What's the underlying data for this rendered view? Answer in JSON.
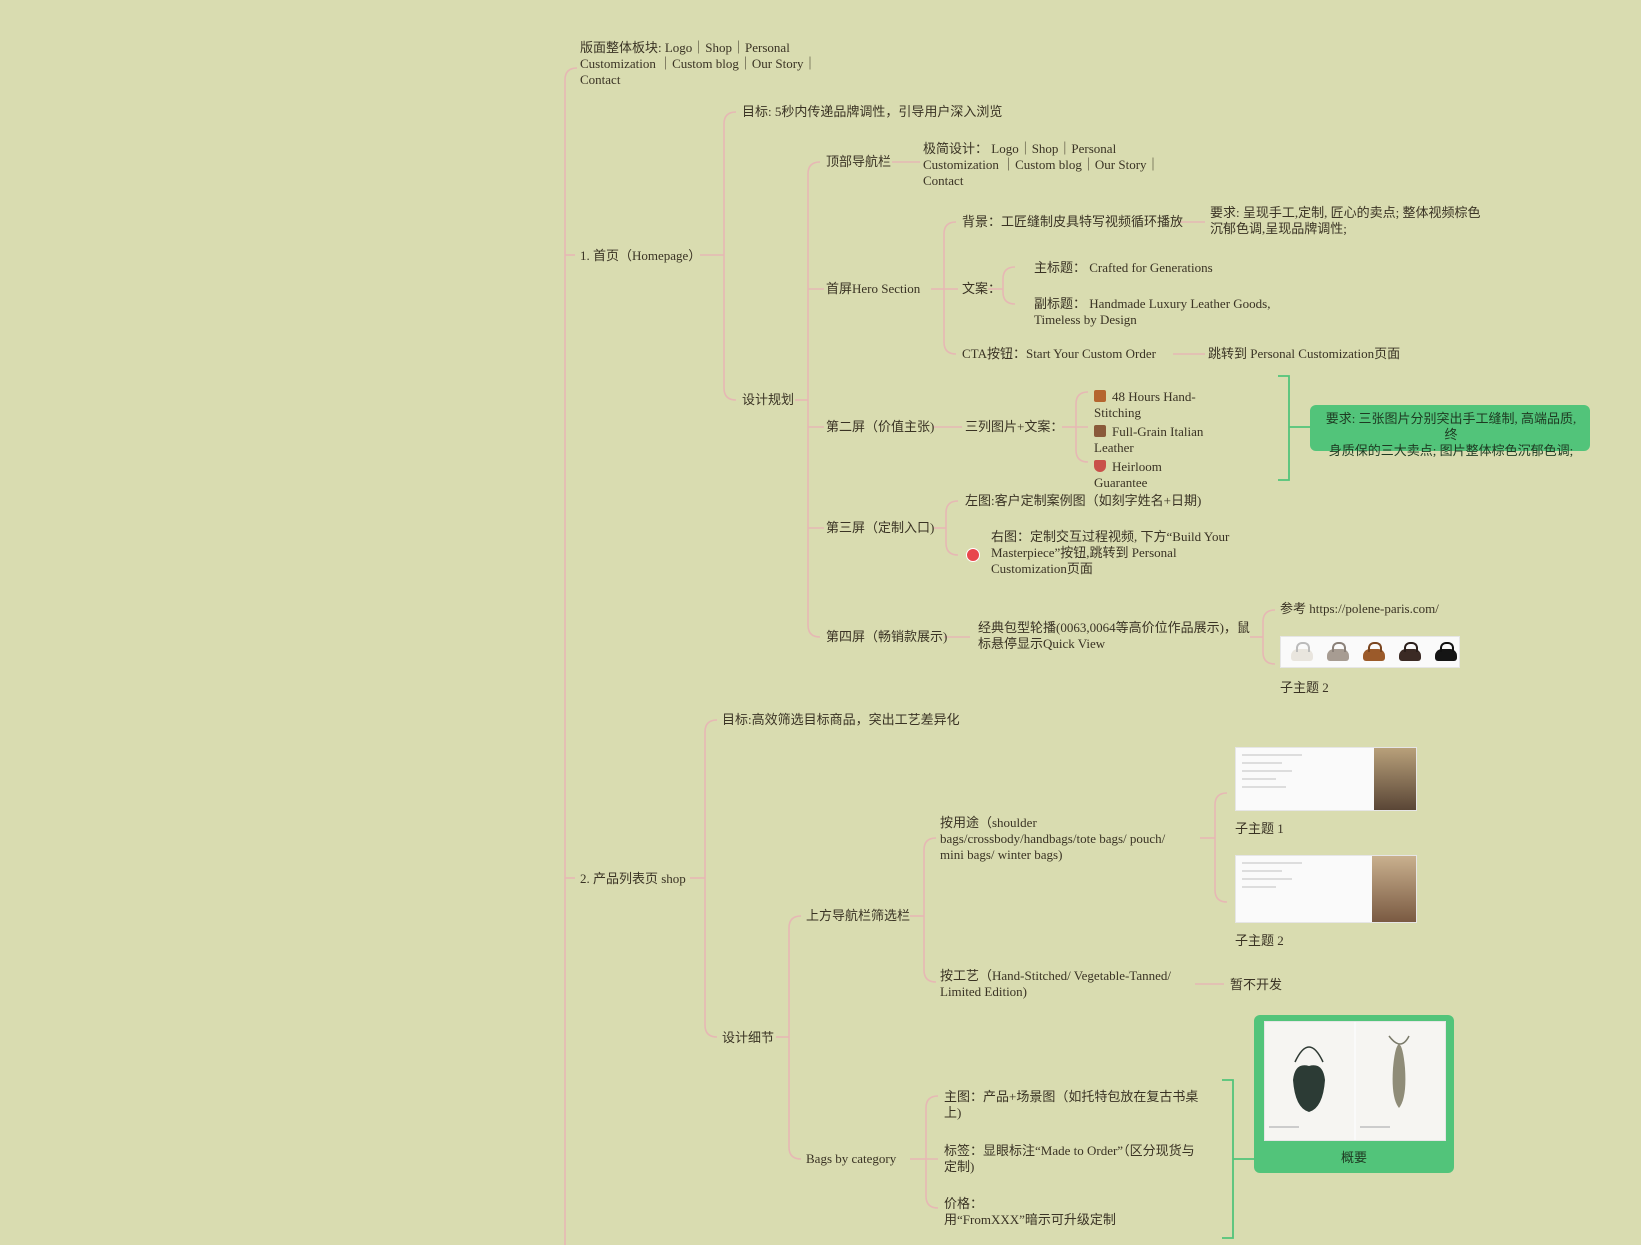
{
  "colors": {
    "background": "#d9dcb0",
    "branch": "#e6b8b4",
    "summary_bracket": "#52c47a",
    "summary_box": "#52c47a",
    "text": "#3a3324",
    "marker": "#e8474c"
  },
  "root": {
    "label": "版面整体板块: Logo｜Shop｜Personal\nCustomization ｜Custom blog｜Our Story｜\nContact"
  },
  "homepage": {
    "label": "1. 首页（Homepage）",
    "goal": "目标: 5秒内传递品牌调性，引导用户深入浏览",
    "plan": "设计规划",
    "nav": {
      "label": "顶部导航栏",
      "detail": "极简设计： Logo｜Shop｜Personal\nCustomization ｜Custom blog｜Our Story｜\nContact"
    },
    "hero": {
      "label": "首屏Hero Section",
      "background": "背景：工匠缝制皮具特写视频循环播放",
      "background_req": "要求: 呈现手工,定制, 匠心的卖点; 整体视频棕色\n沉郁色调,呈现品牌调性;",
      "copy_label": "文案：",
      "title": "主标题： Crafted for Generations",
      "subtitle": "副标题： Handmade Luxury Leather Goods,\nTimeless by Design",
      "cta": "CTA按钮：Start Your Custom Order",
      "cta_target": "跳转到 Personal Customization页面"
    },
    "second": {
      "label": "第二屏（价值主张)",
      "detail": "三列图片+文案：",
      "items": [
        {
          "icon": "handbag-icon",
          "text": "48 Hours Hand-\nStitching"
        },
        {
          "icon": "cow-icon",
          "text": "Full-Grain Italian\nLeather"
        },
        {
          "icon": "shield-icon",
          "text": "Heirloom\nGuarantee"
        }
      ],
      "summary": "要求: 三张图片分别突出手工缝制, 高端品质, 终\n身质保的三大卖点; 图片整体棕色沉郁色调;"
    },
    "third": {
      "label": "第三屏（定制入口)",
      "left": "左图:客户定制案例图（如刻字姓名+日期)",
      "right": "右图：定制交互过程视频, 下方“Build Your\nMasterpiece”按钮,跳转到 Personal\nCustomization页面"
    },
    "fourth": {
      "label": "第四屏（畅销款展示)",
      "detail": "经典包型轮播(0063,0064等高价位作品展示)，鼠\n标悬停显示Quick View",
      "reference": "参考 https://polene-paris.com/",
      "subtopic": "子主题 2"
    }
  },
  "shop": {
    "label": "2. 产品列表页 shop",
    "goal": "目标:高效筛选目标商品，突出工艺差异化",
    "details": "设计细节",
    "filter": {
      "label": "上方导航栏筛选栏",
      "by_use": "按用途（shoulder\nbags/crossbody/handbags/tote bags/ pouch/\nmini bags/ winter bags)",
      "subtopic1": "子主题 1",
      "subtopic2": "子主题 2",
      "by_craft": "按工艺（Hand-Stitched/ Vegetable-Tanned/\nLimited Edition)",
      "by_craft_note": "暂不开发"
    },
    "category": {
      "label": "Bags by category",
      "main_image": "主图：产品+场景图（如托特包放在复古书桌\n上)",
      "tag": "标签：显眼标注“Made to Order”（区分现货与\n定制)",
      "price": "价格：\n用“FromXXX”暗示可升级定制",
      "summary": "概要"
    }
  }
}
